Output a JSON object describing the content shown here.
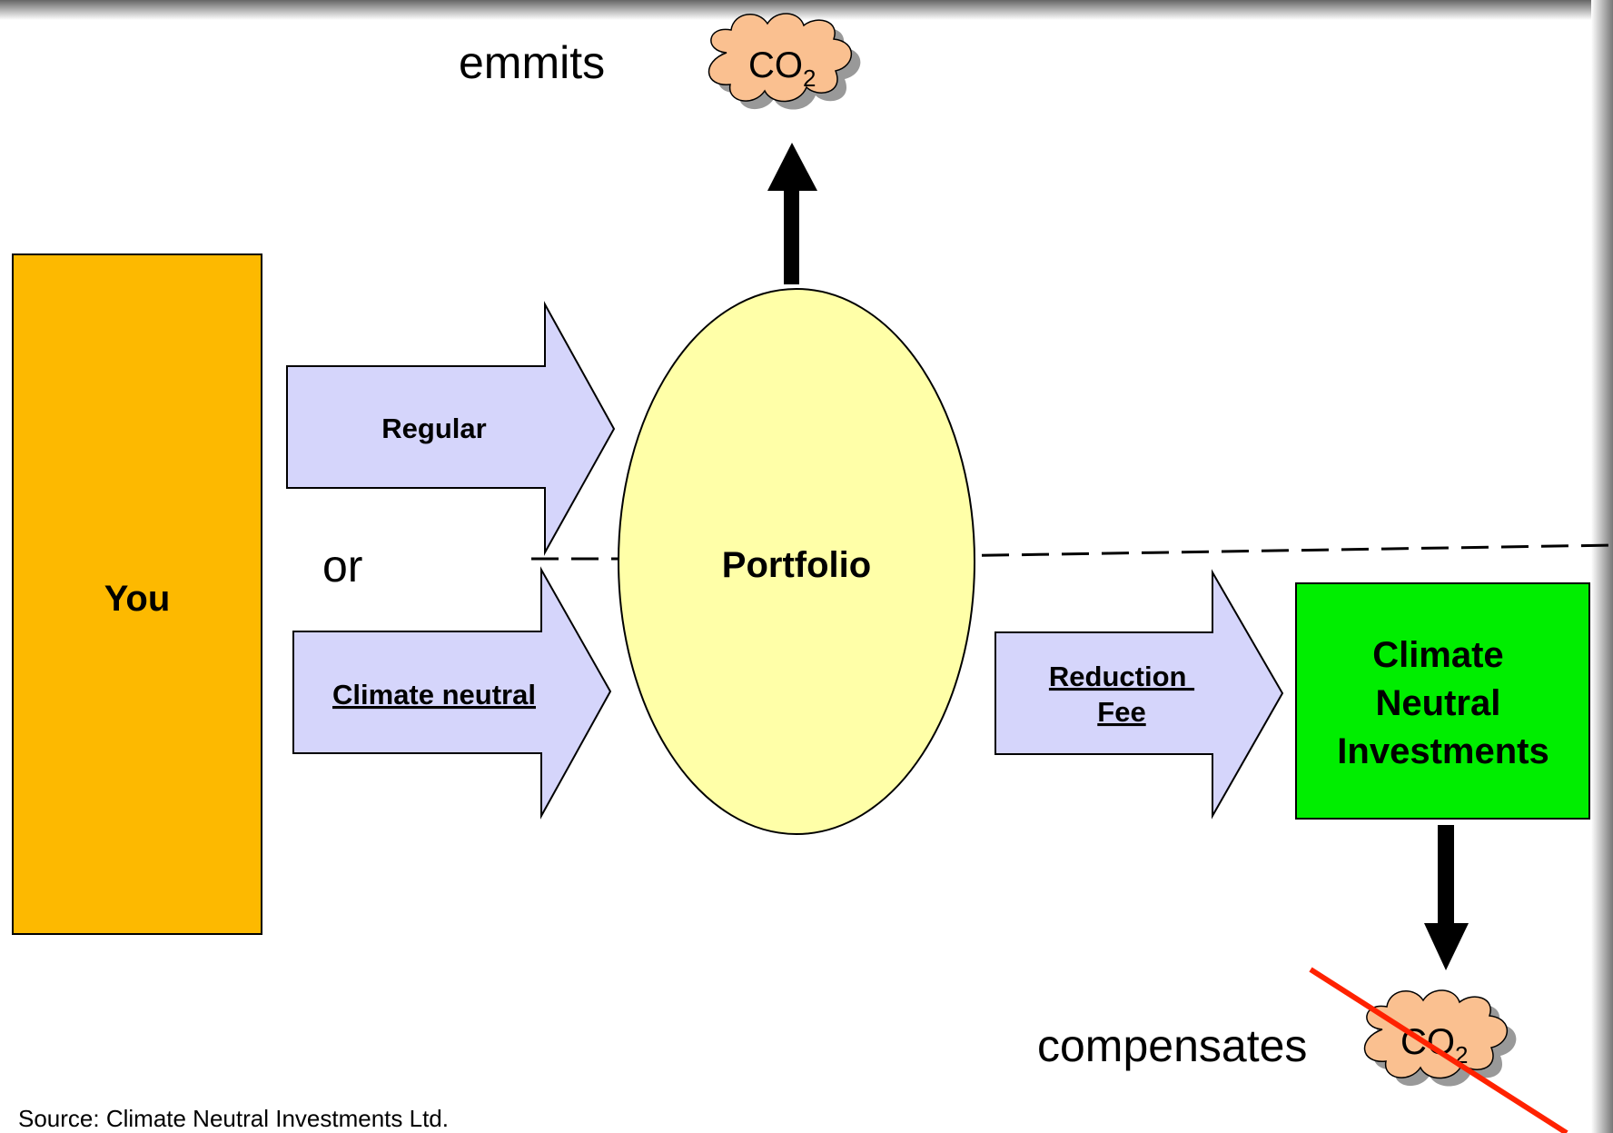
{
  "diagram": {
    "emits_label": "emmits",
    "compensates_label": "compensates",
    "co2_main": "CO",
    "co2_sub": "2",
    "you_label": "You",
    "or_label": "or",
    "arrow_regular_label": "Regular",
    "arrow_climate_neutral_label": "Climate neutral",
    "portfolio_label": "Portfolio",
    "arrow_reduction_fee_line1": "Reduction",
    "arrow_reduction_fee_line2": "Fee",
    "cni_box_line1": "Climate",
    "cni_box_line2": "Neutral",
    "cni_box_line3": "Investments",
    "source": "Source: Climate Neutral Investments Ltd."
  },
  "colors": {
    "you_box": "#FDB900",
    "portfolio": "#FFFFA8",
    "arrows": "#D5D5FB",
    "cni_box": "#00EE00",
    "cloud": "#FAC090",
    "cloud_shadow": "#999999",
    "strike": "#FF2200"
  }
}
